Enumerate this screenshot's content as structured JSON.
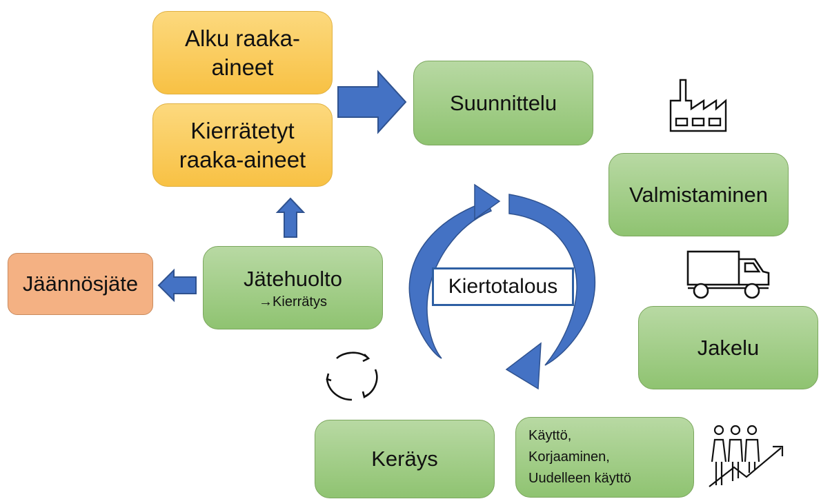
{
  "diagram": {
    "center_label": "Kiertotalous",
    "nodes": {
      "alku": "Alku raaka-\naineet",
      "kierratetyt": "Kierrätetyt\nraaka-aineet",
      "suunnittelu": "Suunnittelu",
      "valmistaminen": "Valmistaminen",
      "jakelu": "Jakelu",
      "kaytto": "Käyttö,\nKorjaaminen,\nUudelleen käyttö",
      "keraus": "Keräys",
      "jatehuolto": "Jätehuolto",
      "jatehuolto_sub": "→Kierrätys",
      "jaannosjate": "Jäännösjäte"
    },
    "icons": [
      "factory-icon",
      "truck-icon",
      "people-growth-icon",
      "recycle-cycle-icon"
    ],
    "colors": {
      "green": "#9ccc7e",
      "yellow": "#fbcd5a",
      "orange": "#f4b183",
      "arrow_blue": "#4472c4"
    }
  }
}
